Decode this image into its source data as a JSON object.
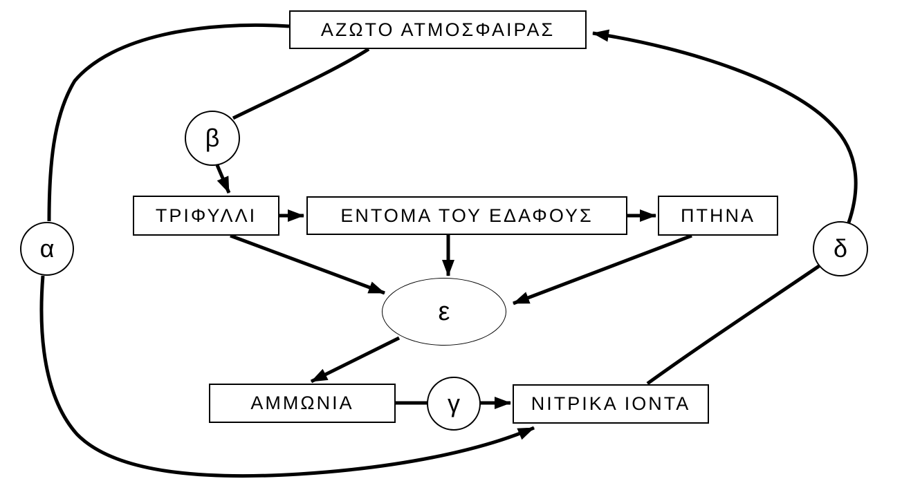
{
  "diagram": {
    "type": "flow-diagram",
    "subject": "nitrogen-cycle",
    "language": "Greek",
    "colors": {
      "line": "#000000",
      "text": "#000000",
      "node_fill": "#ffffff",
      "background": "#ffffff"
    },
    "nodes": {
      "atmospheric_nitrogen": {
        "label": "ΑΖΩΤΟ ΑΤΜΟΣΦΑΙΡΑΣ",
        "shape": "rectangle"
      },
      "clover": {
        "label": "ΤΡΙΦΥΛΛΙ",
        "shape": "rectangle"
      },
      "soil_insects": {
        "label": "ΕΝΤΟΜΑ ΤΟΥ ΕΔΑΦΟΥΣ",
        "shape": "rectangle"
      },
      "birds": {
        "label": "ΠΤΗΝΑ",
        "shape": "rectangle"
      },
      "ammonia": {
        "label": "ΑΜΜΩΝΙΑ",
        "shape": "rectangle"
      },
      "nitrate_ions": {
        "label": "ΝΙΤΡΙΚΑ ΙΟΝΤΑ",
        "shape": "rectangle"
      },
      "alpha": {
        "label": "α",
        "shape": "circle"
      },
      "beta": {
        "label": "β",
        "shape": "circle"
      },
      "gamma": {
        "label": "γ",
        "shape": "circle"
      },
      "delta": {
        "label": "δ",
        "shape": "circle"
      },
      "epsilon": {
        "label": "ε",
        "shape": "ellipse"
      }
    },
    "edges": [
      {
        "from": "atmospheric_nitrogen",
        "to": "clover",
        "via": "beta",
        "arrow": true
      },
      {
        "from": "clover",
        "to": "soil_insects",
        "arrow": true
      },
      {
        "from": "soil_insects",
        "to": "birds",
        "arrow": true
      },
      {
        "from": "clover",
        "to": "epsilon",
        "arrow": true
      },
      {
        "from": "soil_insects",
        "to": "epsilon",
        "arrow": true
      },
      {
        "from": "birds",
        "to": "epsilon",
        "arrow": true
      },
      {
        "from": "epsilon",
        "to": "ammonia",
        "arrow": true
      },
      {
        "from": "ammonia",
        "to": "nitrate_ions",
        "via": "gamma",
        "arrow": true
      },
      {
        "from": "atmospheric_nitrogen",
        "to": "nitrate_ions",
        "via": "alpha",
        "arrow": true
      },
      {
        "from": "nitrate_ions",
        "to": "atmospheric_nitrogen",
        "via": "delta",
        "arrow": true
      }
    ]
  }
}
